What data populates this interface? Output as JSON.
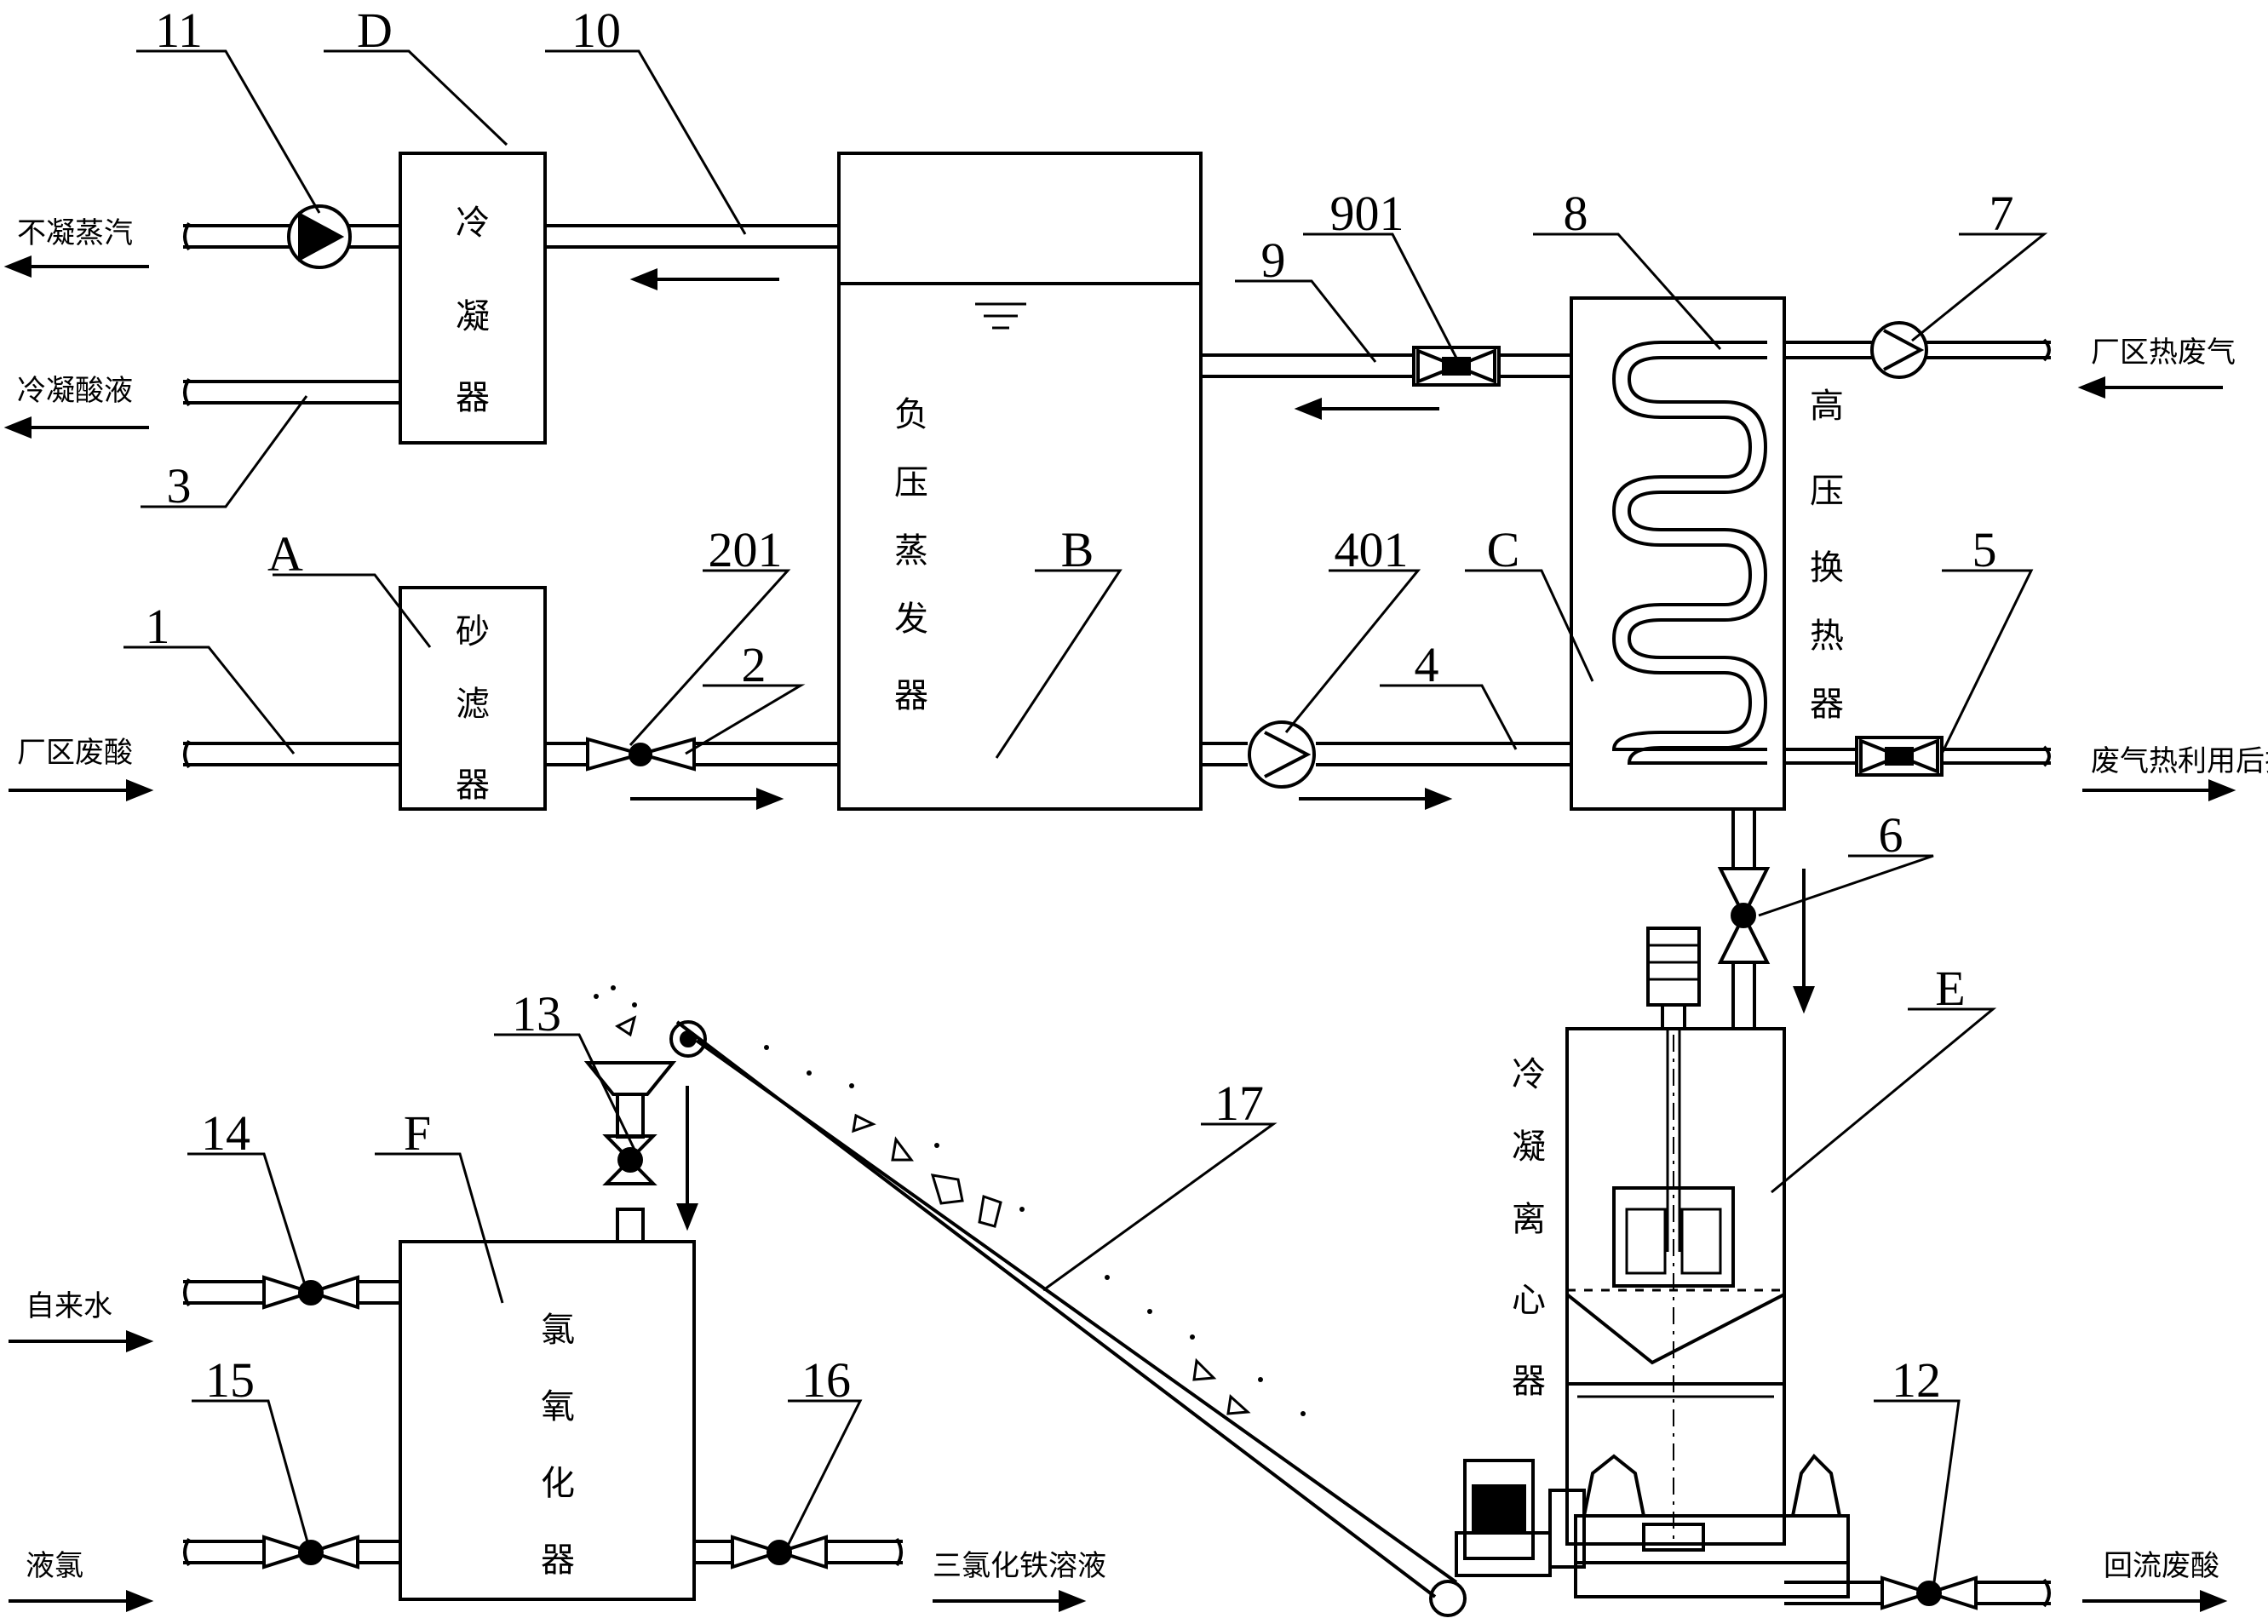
{
  "equipment": {
    "sand_filter": {
      "letter": "A",
      "name": "砂滤器"
    },
    "evaporator": {
      "letter": "B",
      "name": "负压蒸发器"
    },
    "heat_exchanger": {
      "letter": "C",
      "name": "高压换热器"
    },
    "condenser": {
      "letter": "D",
      "name": "冷凝器"
    },
    "centrifuge": {
      "letter": "E",
      "name": "冷凝离心器"
    },
    "chlorinator": {
      "letter": "F",
      "name": "氯氧化器"
    }
  },
  "callouts": {
    "n1": "1",
    "n2": "2",
    "n201": "201",
    "n3": "3",
    "n4": "4",
    "n401": "401",
    "n5": "5",
    "n6": "6",
    "n7": "7",
    "n8": "8",
    "n9": "9",
    "n901": "901",
    "n10": "10",
    "n11": "11",
    "n12": "12",
    "n13": "13",
    "n14": "14",
    "n15": "15",
    "n16": "16",
    "n17": "17"
  },
  "streams": {
    "noncondensable": "不凝蒸汽",
    "condensate_acid": "冷凝酸液",
    "plant_waste_acid": "厂区废酸",
    "plant_hot_gas": "厂区热废气",
    "exhaust": "废气热利用后排放",
    "tap_water": "自来水",
    "liquid_chlorine": "液氯",
    "ferric_chloride": "三氯化铁溶液",
    "return_acid": "回流废酸"
  }
}
